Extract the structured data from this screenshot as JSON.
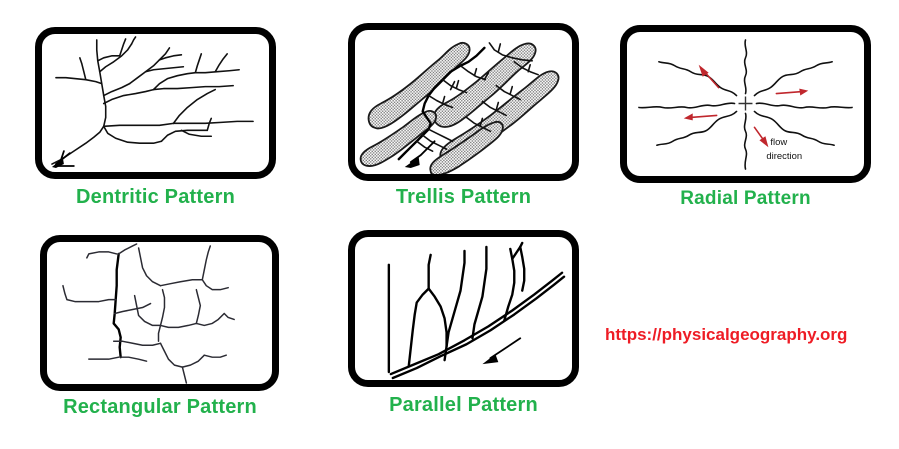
{
  "figure": {
    "kind": "drainage-pattern-diagram",
    "background_color": "#ffffff"
  },
  "colors": {
    "caption_green": "#22b14c",
    "watermark_red": "#ee1c25",
    "panel_border": "#000000",
    "stream_black": "#111111",
    "flow_arrow_red": "#c0272d",
    "ridge_fill": "#b9b9b9"
  },
  "panels": [
    {
      "id": "dendritic",
      "caption": "Dentritic Pattern",
      "row": 1,
      "column": 1,
      "description": "tree-like branching stream network draining to lower-left with a black flow arrow"
    },
    {
      "id": "trellis",
      "caption": "Trellis Pattern",
      "row": 1,
      "column": 2,
      "description": "parallel stippled ridges with short right-angle tributaries, black flow arrow to lower-left"
    },
    {
      "id": "radial",
      "caption": "Radial Pattern",
      "row": 1,
      "column": 3,
      "description": "streams radiating outward from a central point marked with a plus sign",
      "annotation": {
        "label_line_1": "flow",
        "label_line_2": "direction"
      }
    },
    {
      "id": "rectangular",
      "caption": "Rectangular Pattern",
      "row": 2,
      "column": 1,
      "description": "streams joining at right angles forming a rectangular grid of channels"
    },
    {
      "id": "parallel",
      "caption": "Parallel Pattern",
      "row": 2,
      "column": 2,
      "description": "near-parallel tributaries joining a main trunk stream on a slope, black flow arrow"
    }
  ],
  "watermark": {
    "url": "https://physicalgeography.org"
  }
}
